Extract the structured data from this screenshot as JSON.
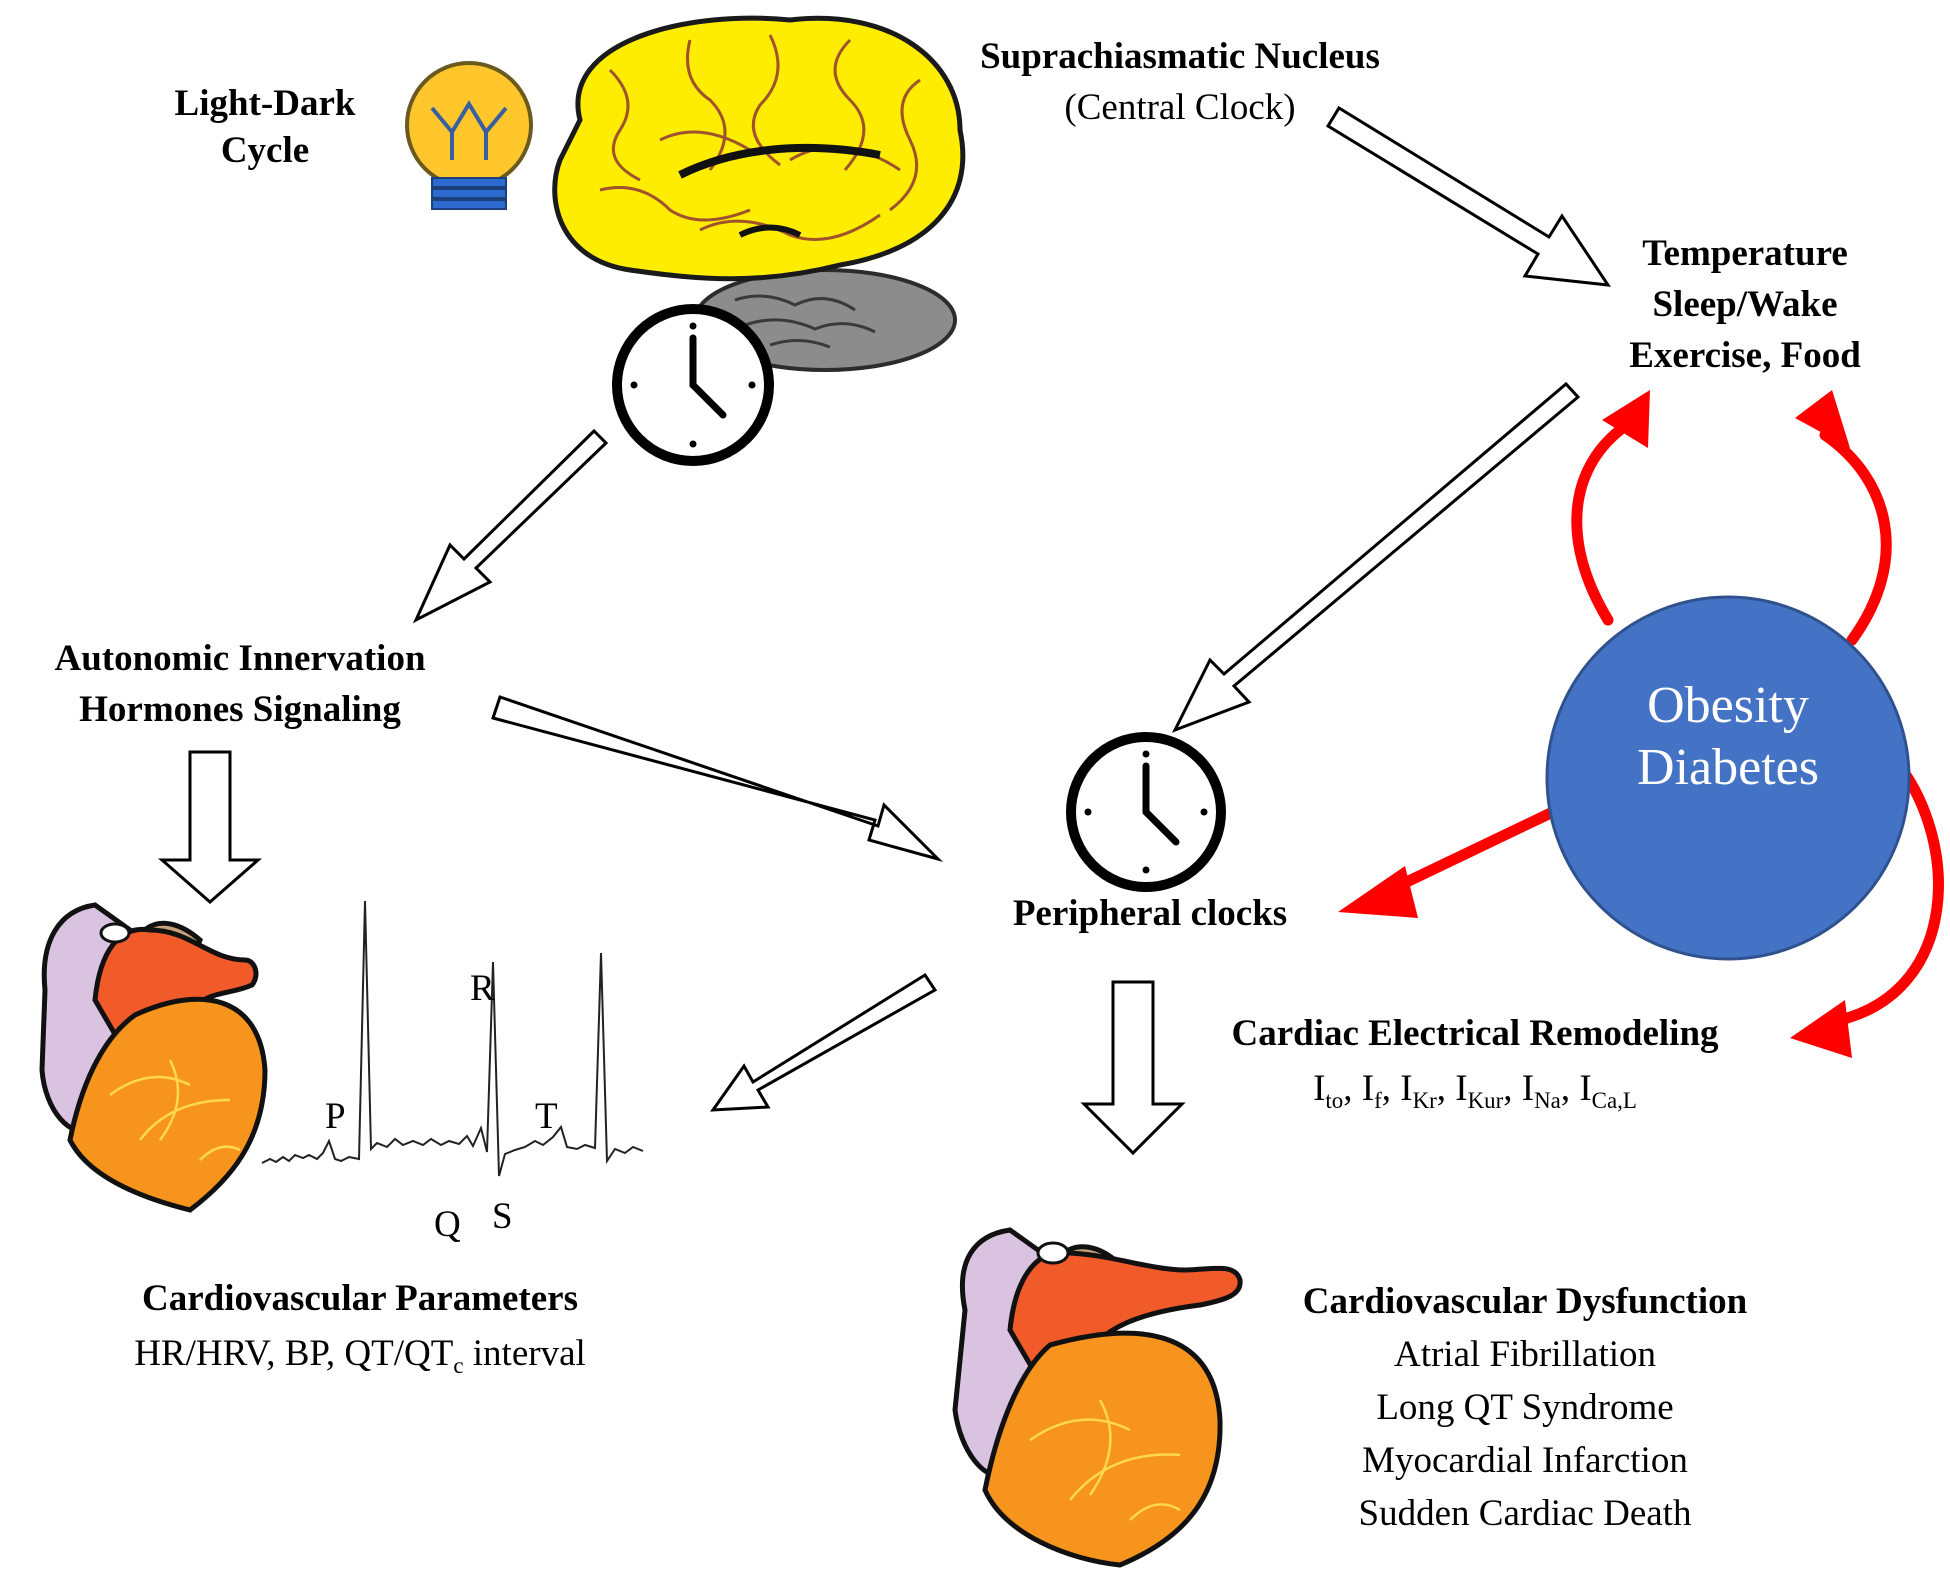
{
  "light_dark": {
    "line1": "Light-Dark",
    "line2": "Cycle"
  },
  "scn": {
    "title": "Suprachiasmatic Nucleus",
    "subtitle": "(Central Clock)"
  },
  "behaviors": {
    "line1": "Temperature",
    "line2": "Sleep/Wake",
    "line3": "Exercise, Food"
  },
  "autonomic": {
    "line1": "Autonomic Innervation",
    "line2": "Hormones Signaling"
  },
  "peripheral": {
    "label": "Peripheral clocks"
  },
  "disease": {
    "line1": "Obesity",
    "line2": "Diabetes"
  },
  "ecg": {
    "p": "P",
    "q": "Q",
    "r": "R",
    "s": "S",
    "t": "T"
  },
  "remodeling": {
    "title": "Cardiac Electrical Remodeling",
    "currents": [
      {
        "main": "I",
        "sub": "to",
        "sep": ", "
      },
      {
        "main": "I",
        "sub": "f",
        "sep": ", "
      },
      {
        "main": "I",
        "sub": "Kr",
        "sep": ", "
      },
      {
        "main": "I",
        "sub": "Kur",
        "sep": ", "
      },
      {
        "main": "I",
        "sub": "Na",
        "sep": ", "
      },
      {
        "main": "I",
        "sub": "Ca,L",
        "sep": ""
      }
    ]
  },
  "parameters": {
    "title": "Cardiovascular Parameters",
    "line_before": "HR/HRV, BP, QT/QT",
    "line_sub": "c",
    "line_after": " interval"
  },
  "dysfunction": {
    "title": "Cardiovascular Dysfunction",
    "items": [
      "Atrial Fibrillation",
      "Long QT Syndrome",
      "Myocardial Infarction",
      "Sudden Cardiac Death"
    ]
  },
  "colors": {
    "red_arrow": "#ff0000",
    "obesity_fill": "#4472c4",
    "brain_yellow": "#ffed00",
    "heart_orange": "#f7941d",
    "heart_red": "#f15a29",
    "heart_lilac": "#d9c3e0",
    "heart_tan": "#c8a27a"
  },
  "icons": [
    "light-bulb-icon",
    "brain-icon",
    "clock-icon",
    "heart-icon",
    "ecg-trace-icon"
  ]
}
